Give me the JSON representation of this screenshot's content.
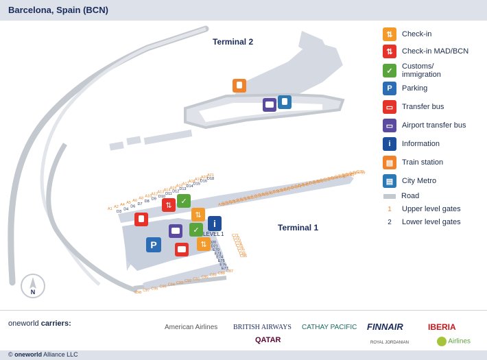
{
  "header": {
    "title": "Barcelona, Spain (BCN)"
  },
  "map": {
    "terminal2_label": "Terminal 2",
    "terminal1_label": "Terminal 1",
    "level_label": "LEVEL",
    "level_number": "1",
    "gates_upper": [
      "A1",
      "A2",
      "A4",
      "A5",
      "A6",
      "A8",
      "A10",
      "A12",
      "A13",
      "A14",
      "A16",
      "A15",
      "A17",
      "A18",
      "A19",
      "A20",
      "A21",
      "A22",
      "B23",
      "B24",
      "B25",
      "B26",
      "B28",
      "B29",
      "B30",
      "B31",
      "B32",
      "B33",
      "B34",
      "B35",
      "B36",
      "B37",
      "B38",
      "B39",
      "B40",
      "B41",
      "B42",
      "B43",
      "B44",
      "B45",
      "B46",
      "B47",
      "B48",
      "B49",
      "B50",
      "B51",
      "B52",
      "B53",
      "B54",
      "B55-57",
      "B58",
      "B59-61",
      "B62",
      "B63",
      "B64-69",
      "C70",
      "C71",
      "C72",
      "C73",
      "C74",
      "C75",
      "C76",
      "C77",
      "C85",
      "C86",
      "C87",
      "C88",
      "C89",
      "C90",
      "C91",
      "C92",
      "C93",
      "C94",
      "C95",
      "C96",
      "C97",
      "C98"
    ],
    "gates_lower": [
      "D3",
      "D4",
      "D6",
      "D7",
      "D8",
      "D9",
      "D10",
      "D11",
      "D12",
      "D13",
      "D14",
      "D15",
      "D16",
      "D18",
      "D20",
      "D21",
      "E70",
      "E73",
      "E74",
      "E75",
      "E76",
      "E77"
    ],
    "compass_label": "N"
  },
  "legend": [
    {
      "label": "Check-in",
      "icon": "check-in-icon",
      "color": "#f39a2b",
      "glyph": "⇅"
    },
    {
      "label": "Check-in MAD/BCN",
      "icon": "check-in-mad-bcn-icon",
      "color": "#e5332a",
      "glyph": "⇅"
    },
    {
      "label": "Customs/\nimmigration",
      "icon": "customs-icon",
      "color": "#5aa43c",
      "glyph": "✓"
    },
    {
      "label": "Parking",
      "icon": "parking-icon",
      "color": "#2c6db5",
      "glyph": "P"
    },
    {
      "label": "Transfer bus",
      "icon": "transfer-bus-icon",
      "color": "#e5332a",
      "glyph": "▭"
    },
    {
      "label": "Airport transfer bus",
      "icon": "airport-transfer-bus-icon",
      "color": "#5a4aa0",
      "glyph": "▭"
    },
    {
      "label": "Information",
      "icon": "information-icon",
      "color": "#1d4f9c",
      "glyph": "i"
    },
    {
      "label": "Train station",
      "icon": "train-station-icon",
      "color": "#f0822b",
      "glyph": "▤"
    },
    {
      "label": "City Metro",
      "icon": "city-metro-icon",
      "color": "#2b79b4",
      "glyph": "▤"
    },
    {
      "label": "Road",
      "icon": "road-swatch",
      "color": "#c4c8cf",
      "glyph": ""
    },
    {
      "label": "Upper level gates",
      "icon": "upper-level-number",
      "color": "#e9872a",
      "glyph": "1"
    },
    {
      "label": "Lower level gates",
      "icon": "lower-level-number",
      "color": "#1a2a5a",
      "glyph": "2"
    }
  ],
  "carriers": {
    "title_prefix": "oneworld",
    "title_suffix": " carriers:",
    "logos": [
      "American Airlines",
      "BRITISH AIRWAYS",
      "CATHAY PACIFIC",
      "FINNAIR",
      "IBERIA",
      "QATAR",
      "ROYAL JORDANIAN",
      "Airlines"
    ]
  },
  "footer": {
    "prefix": "© ",
    "brand": "oneworld",
    "suffix": " Alliance LLC"
  },
  "colors": {
    "road": "#c4c8cf",
    "terminal": "#c8cfdd",
    "upper_gate": "#e9872a",
    "lower_gate": "#1a2a5a"
  }
}
